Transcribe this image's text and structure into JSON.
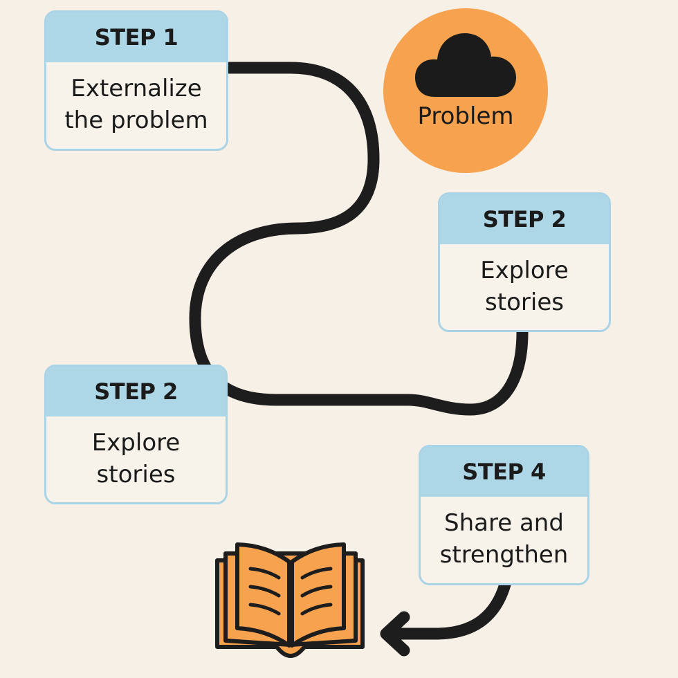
{
  "colors": {
    "background": "#f7f0e6",
    "card_header": "#add6e6",
    "card_border": "#a9d3e6",
    "card_body": "#f8f3ea",
    "accent_orange": "#f6a24f",
    "ink": "#1b1b1b"
  },
  "problem": {
    "label": "Problem",
    "icon": "cloud-icon"
  },
  "steps": [
    {
      "id": "step-1",
      "header": "STEP 1",
      "line1": "Externalize",
      "line2": "the problem"
    },
    {
      "id": "step-2-right",
      "header": "STEP 2",
      "line1": "Explore",
      "line2": "stories"
    },
    {
      "id": "step-2-left",
      "header": "STEP 2",
      "line1": "Explore",
      "line2": "stories"
    },
    {
      "id": "step-4",
      "header": "STEP 4",
      "line1": "Share and",
      "line2": "strengthen"
    }
  ],
  "book": {
    "icon": "open-book-icon"
  },
  "arrow": {
    "icon": "arrow-left-icon"
  }
}
